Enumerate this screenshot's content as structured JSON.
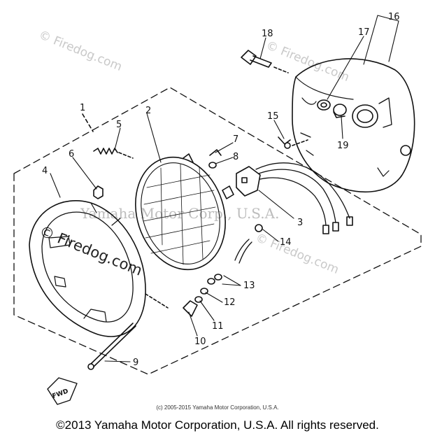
{
  "watermarks": {
    "firedog_1": "© Firedog.com",
    "firedog_2": "© Firedog.com",
    "firedog_3": "© Firedog.com",
    "firedog_4": "© Firedog.com",
    "yamaha_faint": "Yamaha Motor Corp., U.S.A."
  },
  "fwd_label": "FWD",
  "copyright_small": "(c) 2005-2015 Yamaha Motor Corporation, U.S.A.",
  "copyright_main": "©2013 Yamaha Motor Corporation, U.S.A. All rights reserved.",
  "callouts": [
    "1",
    "2",
    "3",
    "4",
    "5",
    "6",
    "7",
    "8",
    "9",
    "10",
    "11",
    "12",
    "13",
    "14",
    "15",
    "16",
    "17",
    "18",
    "19"
  ]
}
